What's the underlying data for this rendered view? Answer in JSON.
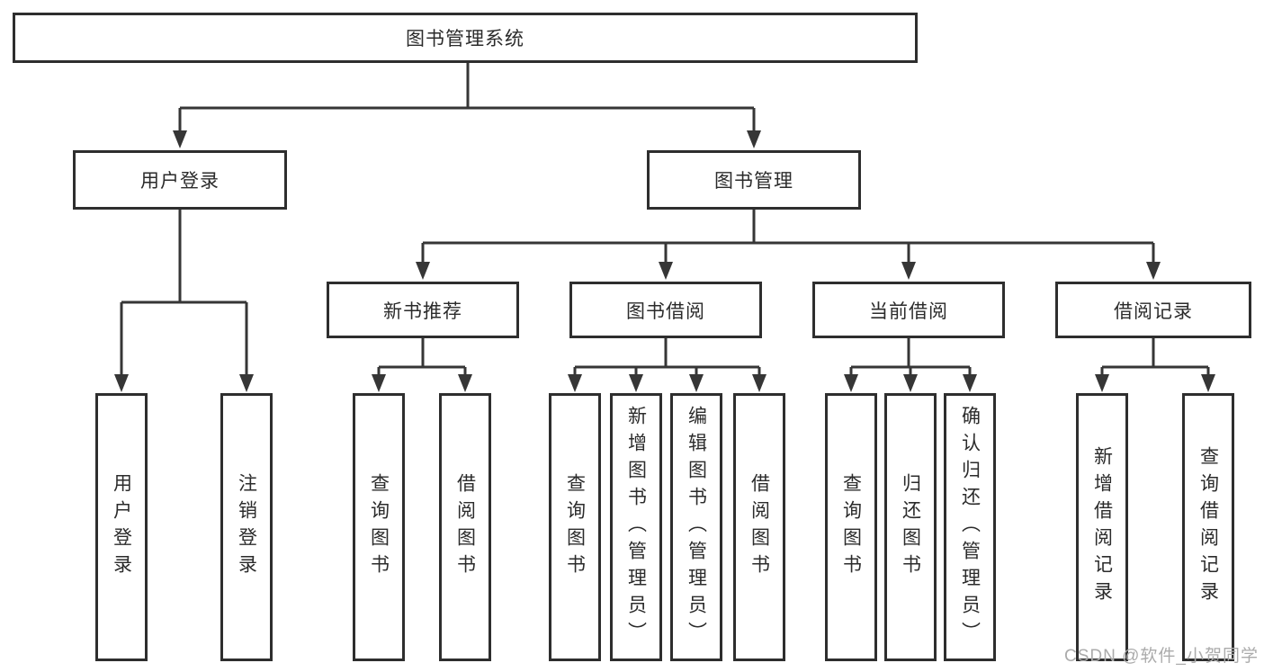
{
  "tree": {
    "root": {
      "label": "图书管理系统"
    },
    "branches": [
      {
        "label": "用户登录",
        "children": [
          {
            "label": "用户登录"
          },
          {
            "label": "注销登录"
          }
        ]
      },
      {
        "label": "图书管理",
        "children": [
          {
            "label": "新书推荐",
            "children": [
              {
                "label": "查询图书"
              },
              {
                "label": "借阅图书"
              }
            ]
          },
          {
            "label": "图书借阅",
            "children": [
              {
                "label": "查询图书"
              },
              {
                "label": "新增图书（管理员）"
              },
              {
                "label": "编辑图书（管理员）"
              },
              {
                "label": "借阅图书"
              }
            ]
          },
          {
            "label": "当前借阅",
            "children": [
              {
                "label": "查询图书"
              },
              {
                "label": "归还图书"
              },
              {
                "label": "确认归还（管理员）"
              }
            ]
          },
          {
            "label": "借阅记录",
            "children": [
              {
                "label": "新增借阅记录"
              },
              {
                "label": "查询借阅记录"
              }
            ]
          }
        ]
      }
    ]
  },
  "watermark": {
    "text": "CSDN @软件_小贺同学"
  },
  "colors": {
    "canvas_bg": "#ffffff",
    "line": "#363636",
    "box_border": "#2e2e2e",
    "box_fill": "#ffffff",
    "text": "#2b2b2b",
    "watermark": "#ababab"
  }
}
